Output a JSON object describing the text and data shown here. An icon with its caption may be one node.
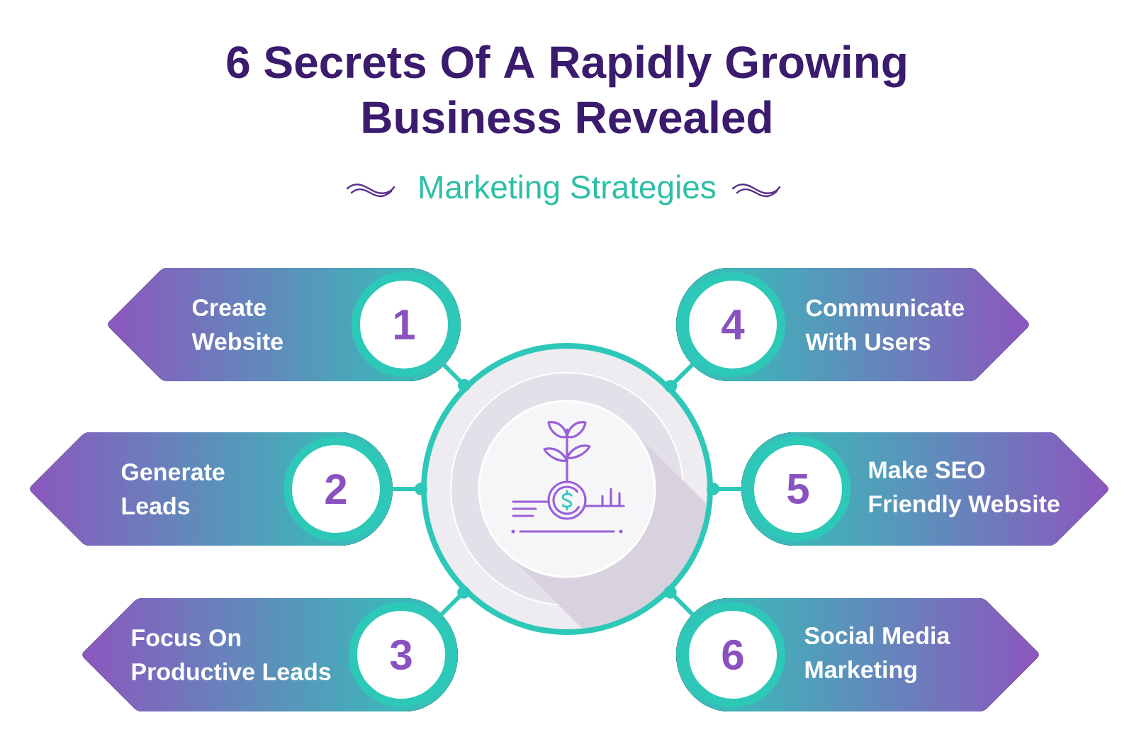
{
  "diagram": {
    "title": "6 Secrets Of A Rapidly Growing Business Revealed",
    "nodes": [
      {
        "text": [],
        "shape": "circle"
      },
      {
        "text": [
          "Create Website"
        ]
      },
      {
        "text": [
          "1"
        ],
        "in": 1
      },
      {
        "text": [
          "Generate Leads"
        ]
      },
      {
        "text": [
          "2"
        ],
        "in": 3
      },
      {
        "text": [
          "Focus On Productive Leads"
        ]
      },
      {
        "text": [
          "3"
        ],
        "in": 5
      },
      {
        "text": [
          "Communicate With Users"
        ]
      },
      {
        "text": [
          "4"
        ],
        "in": 7
      },
      {
        "text": [
          "Make SEO Friendly Website"
        ]
      },
      {
        "text": [
          "5"
        ],
        "in": 9
      },
      {
        "text": [
          "Social Media Marketing"
        ]
      },
      {
        "text": [
          "6"
        ],
        "in": 11
      }
    ],
    "edges": [
      {
        "from": 2,
        "to": 0,
        "arrow": "other"
      },
      {
        "from": 4,
        "to": 0,
        "arrow": "other"
      },
      {
        "from": 6,
        "to": 0,
        "arrow": "other"
      },
      {
        "from": 8,
        "to": 0,
        "arrow": "other"
      },
      {
        "from": 10,
        "to": 0,
        "arrow": "other"
      },
      {
        "from": 12,
        "to": 0,
        "arrow": "other"
      }
    ],
    "labels": [
      "Marketing Strategies"
    ]
  }
}
